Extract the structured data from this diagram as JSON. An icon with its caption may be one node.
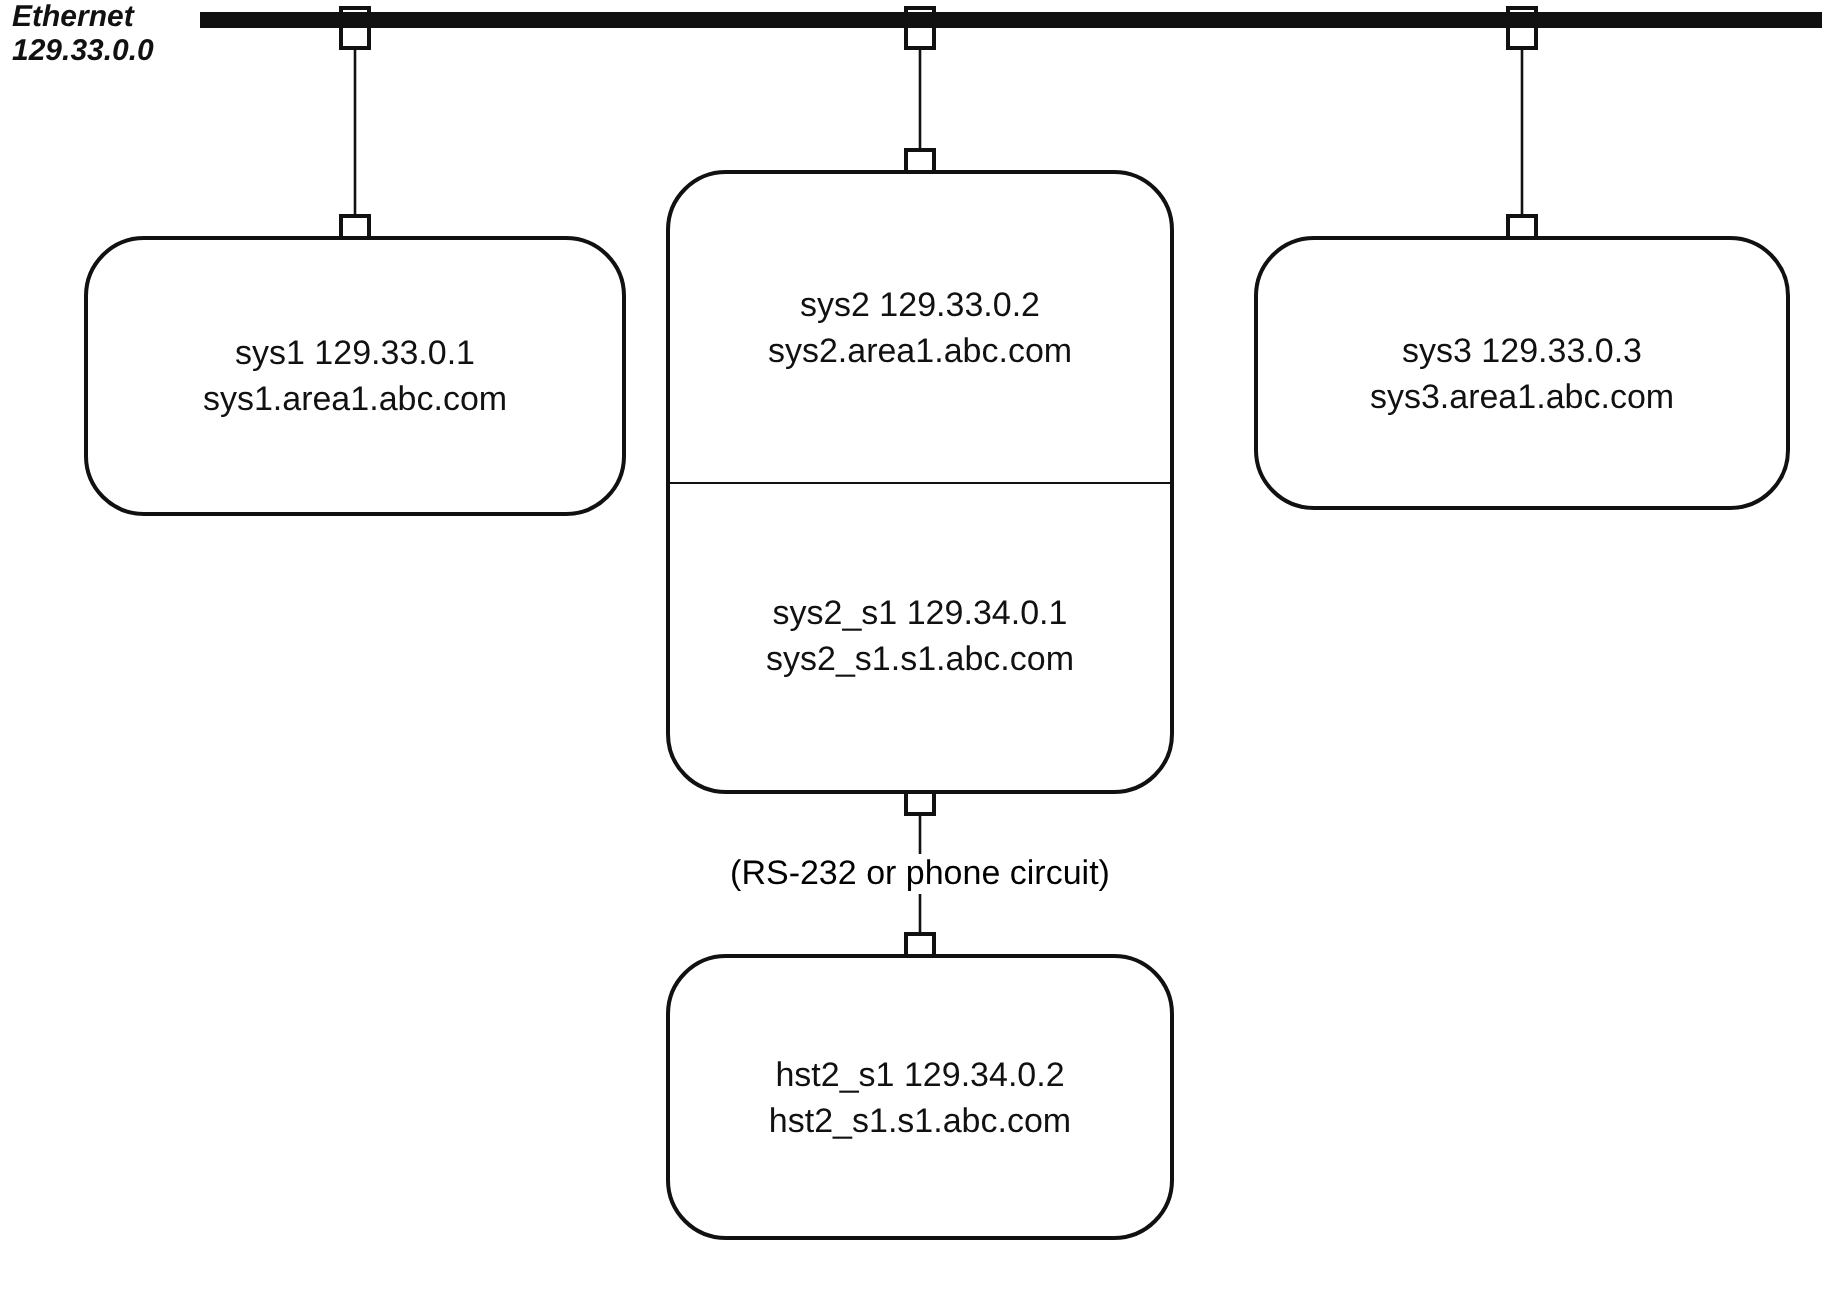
{
  "diagram": {
    "nodes": [
      {
        "text": [],
        "shape": "bar",
        "beside": [
          "Ethernet 129.33.0.0"
        ]
      },
      {
        "text": [
          "sys1 129.33.0.1 sys1.area1.abc.com"
        ]
      },
      {
        "text": [
          "sys2 129.33.0.2 sys2.area1.abc.com",
          "sys2_s1 129.34.0.1 sys2_s1.s1.abc.com"
        ]
      },
      {
        "text": [
          "sys3 129.33.0.3 sys3.area1.abc.com"
        ]
      },
      {
        "text": [
          "hst2_s1 129.34.0.2 hst2_s1.s1.abc.com"
        ]
      }
    ],
    "edges": [
      {
        "from": 0,
        "to": 1,
        "arrow": "other"
      },
      {
        "from": 0,
        "to": 2,
        "arrow": "other"
      },
      {
        "from": 0,
        "to": 3,
        "arrow": "other"
      },
      {
        "from": 2,
        "to": 4,
        "arrow": "other",
        "label": "(RS-232 or phone circuit)"
      }
    ]
  }
}
